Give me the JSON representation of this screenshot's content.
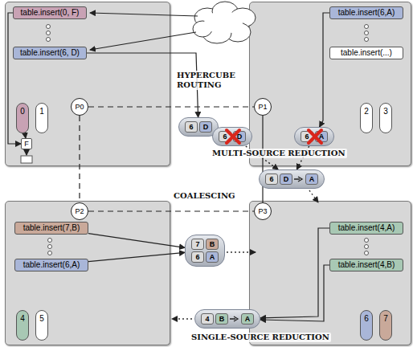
{
  "diagram": {
    "nodes": [
      {
        "text": [
          "table.insert(0, F)"
        ]
      },
      {
        "text": [
          "table.insert(6, D)"
        ]
      },
      {
        "text": [
          "P0"
        ]
      },
      {
        "text": [
          "0"
        ]
      },
      {
        "text": [
          "1"
        ]
      },
      {
        "text": [
          "F"
        ]
      },
      {
        "text": [
          "table.insert(6,A)"
        ]
      },
      {
        "text": [
          "table.insert(...)"
        ]
      },
      {
        "text": [
          "P1"
        ]
      },
      {
        "text": [
          "2"
        ]
      },
      {
        "text": [
          "3"
        ]
      },
      {
        "text": [
          "6",
          "D"
        ]
      },
      {
        "text": [
          "6",
          "D"
        ]
      },
      {
        "text": [
          "6",
          "A"
        ]
      },
      {
        "text": [
          "6",
          "D",
          "A"
        ]
      },
      {
        "text": [
          "table.insert(7,B)"
        ]
      },
      {
        "text": [
          "table.insert(6,A)"
        ]
      },
      {
        "text": [
          "P2"
        ]
      },
      {
        "text": [
          "7",
          "B",
          "6",
          "A"
        ]
      },
      {
        "text": [
          "P3"
        ]
      },
      {
        "text": [
          "table.insert(4,A)"
        ]
      },
      {
        "text": [
          "table.insert(4,B)"
        ]
      },
      {
        "text": [
          "4"
        ]
      },
      {
        "text": [
          "5"
        ]
      },
      {
        "text": [
          "6"
        ]
      },
      {
        "text": [
          "7"
        ]
      },
      {
        "text": [
          "4",
          "B",
          "A"
        ]
      }
    ],
    "edges": [
      {
        "from": 0,
        "to": 5,
        "arrow": "to"
      },
      {
        "from": 3,
        "to": 5,
        "arrow": "to"
      },
      {
        "from": 1,
        "to": 11,
        "arrow": "to"
      },
      {
        "from": 2,
        "to": 8,
        "arrow": "none"
      },
      {
        "from": 2,
        "to": 17,
        "arrow": "none"
      },
      {
        "from": 8,
        "to": 19,
        "arrow": "none"
      },
      {
        "from": 17,
        "to": 19,
        "arrow": "none"
      },
      {
        "from": 11,
        "to": 12,
        "arrow": "to"
      },
      {
        "from": 6,
        "to": 13,
        "arrow": "to"
      },
      {
        "from": 12,
        "to": 14,
        "arrow": "to"
      },
      {
        "from": 13,
        "to": 14,
        "arrow": "to"
      },
      {
        "from": 15,
        "to": 18,
        "arrow": "to"
      },
      {
        "from": 16,
        "to": 18,
        "arrow": "to"
      },
      {
        "from": 20,
        "to": 26,
        "arrow": "to"
      },
      {
        "from": 21,
        "to": 26,
        "arrow": "to"
      }
    ],
    "labels": [
      "HYPERCUBE ROUTING",
      "MULTI-SOURCE REDUCTION",
      "COALESCING",
      "SINGLE-SOURCE REDUCTION"
    ]
  }
}
